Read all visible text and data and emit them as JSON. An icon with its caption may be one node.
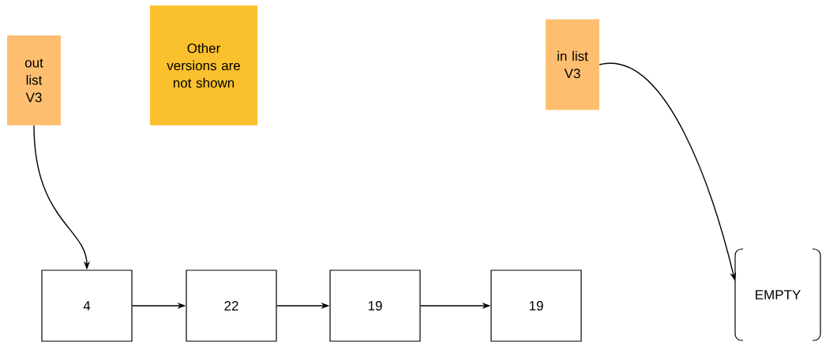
{
  "diagram": {
    "nodes": [
      {
        "text": [
          "out list V3"
        ]
      },
      {
        "text": [
          "Other versions are not shown"
        ]
      },
      {
        "text": [
          "in list V3"
        ]
      },
      {
        "text": [
          "4"
        ]
      },
      {
        "text": [
          "22"
        ]
      },
      {
        "text": [
          "19"
        ]
      },
      {
        "text": [
          "19"
        ]
      },
      {
        "text": [
          "EMPTY"
        ]
      }
    ],
    "edges": [
      {
        "from": 0,
        "to": 3,
        "arrow": "to"
      },
      {
        "from": 2,
        "to": 7,
        "arrow": "to"
      },
      {
        "from": 3,
        "to": 4,
        "arrow": "to"
      },
      {
        "from": 4,
        "to": 5,
        "arrow": "to"
      },
      {
        "from": 5,
        "to": 6,
        "arrow": "to"
      }
    ]
  }
}
